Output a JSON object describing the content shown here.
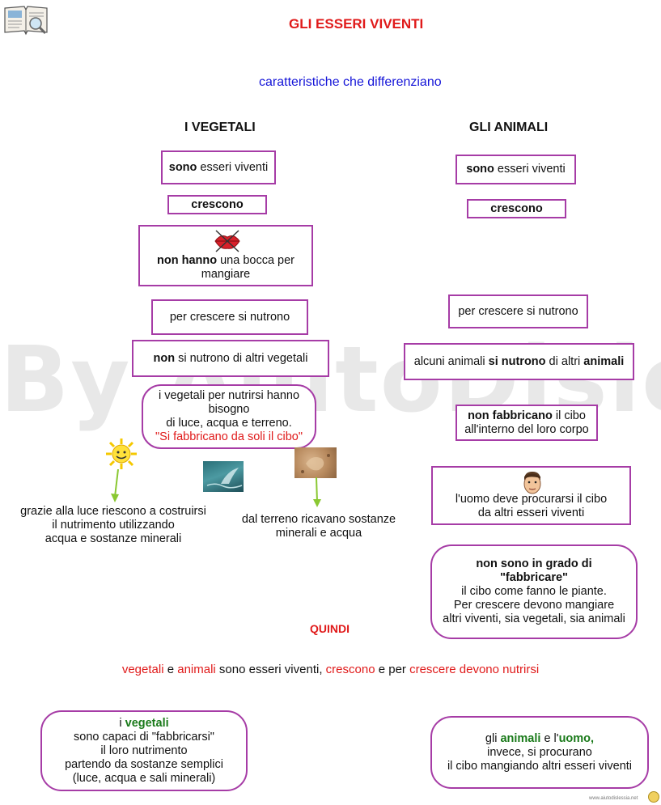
{
  "header": {
    "title": "GLI ESSERI VIVENTI",
    "subtitle": "caratteristiche che differenziano"
  },
  "watermark": "By AiutoDislessia.net",
  "vegetali": {
    "heading": "I VEGETALI",
    "sono_bold": "sono",
    "sono_rest": " esseri viventi",
    "crescono": "crescono",
    "bocca_bold": "non hanno",
    "bocca_rest": " una bocca per mangiare",
    "nutrono": "per crescere si nutrono",
    "non_bold": "non",
    "non_rest": " si nutrono di altri vegetali",
    "nutrirsi_line1": "i vegetali per nutrirsi hanno",
    "nutrirsi_line2": "bisogno",
    "nutrirsi_line3": "di luce, acqua e terreno.",
    "nutrirsi_line4": "\"Si fabbricano da soli il cibo\"",
    "luce_line1": "grazie alla luce riescono a costruirsi",
    "luce_line2": "il nutrimento utilizzando",
    "luce_line3": "acqua e sostanze minerali",
    "terreno_line1": "dal terreno ricavano sostanze",
    "terreno_line2": "minerali e acqua"
  },
  "animali": {
    "heading": "GLI ANIMALI",
    "sono_bold": "sono",
    "sono_rest": " esseri viventi",
    "crescono": "crescono",
    "nutrono": "per crescere si nutrono",
    "alcuni_a": "alcuni animali ",
    "alcuni_bold": "si nutrono",
    "alcuni_b": " di altri ",
    "alcuni_bold2": "animali",
    "fabbricano_bold": "non fabbricano",
    "fabbricano_rest": " il cibo",
    "fabbricano_line2": "all'interno del loro corpo",
    "uomo_line1": "l'uomo deve procurarsi il cibo",
    "uomo_line2": "da altri esseri viventi",
    "grado_line1": "non sono in grado di",
    "grado_line2": "\"fabbricare\"",
    "grado_line3": "il cibo come fanno le piante.",
    "grado_line4": "Per crescere devono mangiare",
    "grado_line5": "altri viventi, sia vegetali, sia animali"
  },
  "quindi": "QUINDI",
  "summary": {
    "p1": "vegetali",
    "p2": " e ",
    "p3": "animali",
    "p4": " sono esseri viventi, ",
    "p5": "crescono",
    "p6": " e per ",
    "p7": "crescere devono nutrirsi"
  },
  "bottom_left": {
    "pre": "i ",
    "bold": "vegetali",
    "line2": "sono capaci di \"fabbricarsi\"",
    "line3": "il loro nutrimento",
    "line4": "partendo da sostanze semplici",
    "line5": "(luce, acqua e sali minerali)"
  },
  "bottom_right": {
    "pre": "gli ",
    "bold1": "animali",
    "mid": " e l'",
    "bold2": "uomo,",
    "line2": "invece, si procurano",
    "line3": "il cibo mangiando altri esseri viventi"
  },
  "footer_url": "www.aiutodislessia.net",
  "colors": {
    "title": "#e01a1a",
    "subtitle": "#1515d8",
    "box_border": "#a63ca6",
    "green": "#1a7a1a",
    "arrow": "#8ac832"
  }
}
